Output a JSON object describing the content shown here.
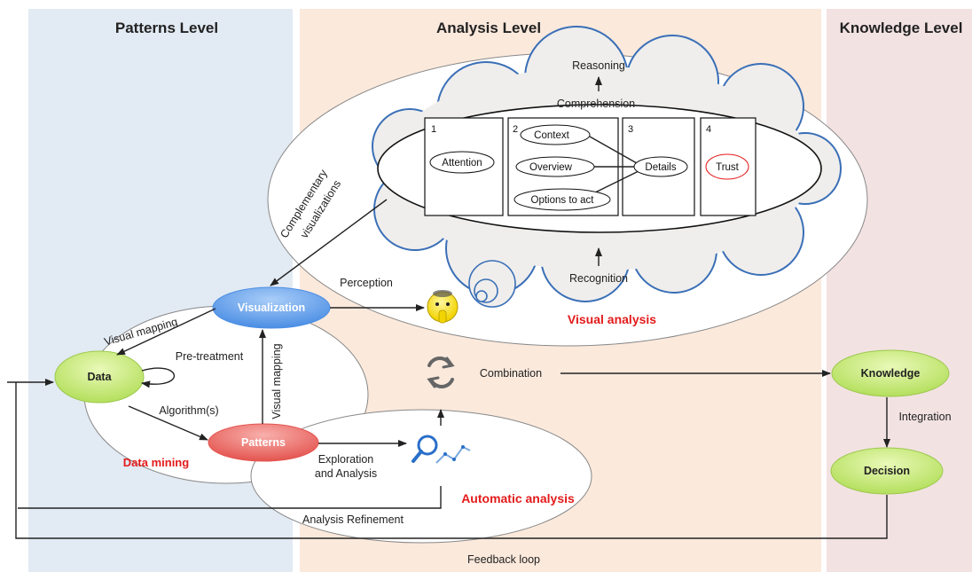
{
  "levels": {
    "patterns": "Patterns Level",
    "analysis": "Analysis Level",
    "knowledge": "Knowledge Level"
  },
  "nodes": {
    "data": "Data",
    "visualization": "Visualization",
    "patterns": "Patterns",
    "knowledge": "Knowledge",
    "decision": "Decision"
  },
  "regions": {
    "data_mining": "Data mining",
    "visual_analysis": "Visual analysis",
    "automatic_analysis": "Automatic analysis"
  },
  "cognition": {
    "reasoning": "Reasoning",
    "comprehension": "Comprehension",
    "recognition": "Recognition",
    "box1_num": "1",
    "box2_num": "2",
    "box3_num": "3",
    "box4_num": "4",
    "attention": "Attention",
    "context": "Context",
    "overview": "Overview",
    "options": "Options to act",
    "details": "Details",
    "trust": "Trust"
  },
  "edges": {
    "visual_mapping_1": "Visual mapping",
    "visual_mapping_2": "Visual mapping",
    "pre_treatment": "Pre-treatment",
    "algorithms": "Algorithm(s)",
    "perception": "Perception",
    "complementary_1": "Complementary",
    "complementary_2": "visualizations",
    "combination": "Combination",
    "exploration_1": "Exploration",
    "exploration_2": "and Analysis",
    "integration": "Integration",
    "analysis_refinement": "Analysis Refinement",
    "feedback_loop": "Feedback loop"
  },
  "colors": {
    "patterns_band": "#e2eaf3",
    "analysis_band": "#fbe9dc",
    "knowledge_band": "#f3e2e2",
    "green_node": "#c7ec7a",
    "blue_node": "#6aa6ee",
    "red_node": "#ee6b66",
    "red_text": "#e31b1b"
  }
}
